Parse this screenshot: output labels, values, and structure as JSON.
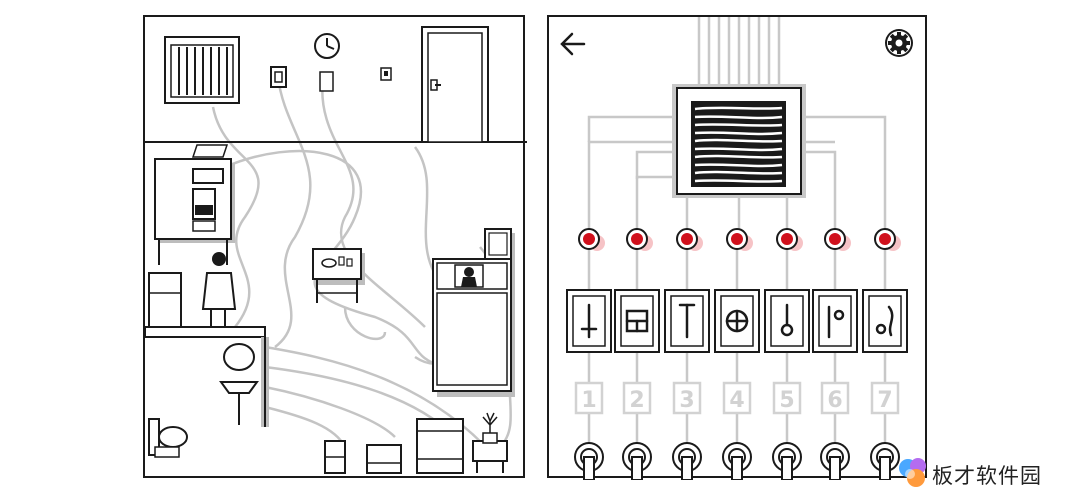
{
  "puzzle": {
    "slots": [
      {
        "number": "1",
        "symbol": "dagger-symbol"
      },
      {
        "number": "2",
        "symbol": "window-symbol"
      },
      {
        "number": "3",
        "symbol": "t-symbol"
      },
      {
        "number": "4",
        "symbol": "crosshair-symbol"
      },
      {
        "number": "5",
        "symbol": "hook-symbol"
      },
      {
        "number": "6",
        "symbol": "bar-circle-symbol"
      },
      {
        "number": "7",
        "symbol": "circle-curve-symbol"
      }
    ],
    "indicator_color": "#d0101c",
    "wire_color": "#c8c8c8",
    "back_icon": "back-arrow-icon",
    "settings_icon": "gear-icon"
  },
  "watermark": {
    "text": "板才软件园"
  }
}
